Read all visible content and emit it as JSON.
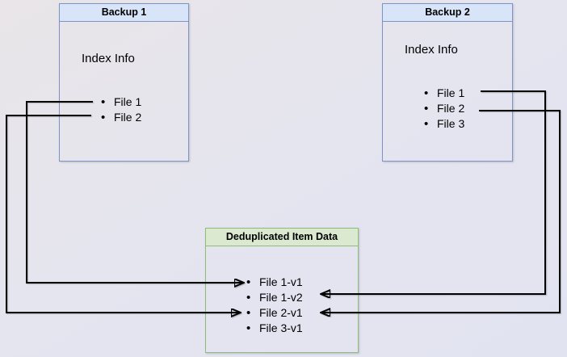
{
  "diagram": {
    "backup1": {
      "title": "Backup 1",
      "subtitle": "Index Info",
      "items": [
        "File 1",
        "File 2"
      ]
    },
    "backup2": {
      "title": "Backup 2",
      "subtitle": "Index Info",
      "items": [
        "File 1",
        "File 2",
        "File 3"
      ]
    },
    "dedup": {
      "title": "Deduplicated Item Data",
      "items": [
        "File 1-v1",
        "File 1-v2",
        "File 2-v1",
        "File 3-v1"
      ]
    },
    "connections": [
      {
        "from": "Backup 1 / File 1",
        "to": "File 1-v1"
      },
      {
        "from": "Backup 1 / File 2",
        "to": "File 2-v1"
      },
      {
        "from": "Backup 2 / File 1",
        "to": "File 1-v2"
      },
      {
        "from": "Backup 2 / File 2",
        "to": "File 2-v1"
      }
    ],
    "colors": {
      "blue_border": "#7e94c4",
      "blue_header_fill": "#d8e5f8",
      "green_border": "#8fbc78",
      "green_header_fill": "#dbe9d0",
      "connector": "#000000",
      "background": "#e5e5ee"
    }
  }
}
